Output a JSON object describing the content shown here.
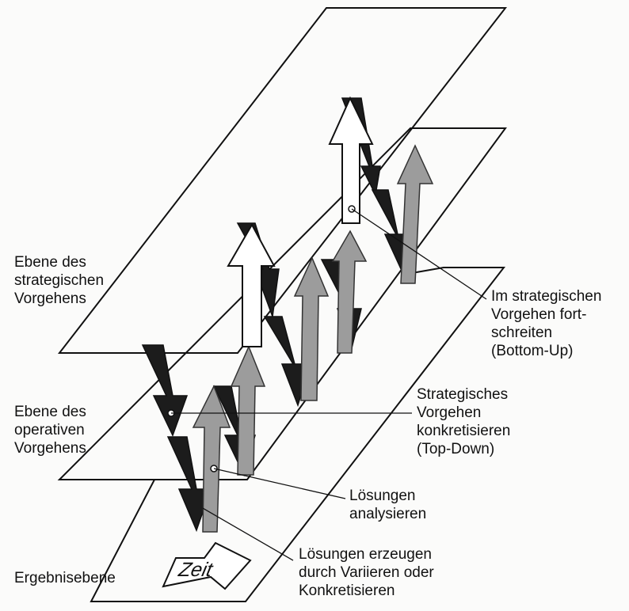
{
  "labels": {
    "plane_strategic": "Ebene des\nstrategischen\nVorgehens",
    "plane_operative": "Ebene des\noperativen\nVorgehens",
    "plane_result": "Ergebnisebene",
    "annotation_bottom_up": "Im strategischen\nVorgehen fort-\nschreiten\n(Bottom-Up)",
    "annotation_top_down": "Strategisches\nVorgehen\nkonkretisieren\n(Top-Down)",
    "annotation_analyse": "Lösungen\nanalysieren",
    "annotation_generate": "Lösungen erzeugen\ndurch Variieren oder\nKonkretisieren",
    "time_arrow": "Zeit"
  },
  "colors": {
    "down_arrow": "#1c1c1c",
    "up_arrow_light": "#9a9a9a",
    "up_arrow_white": "#ffffff",
    "outline": "#111111"
  },
  "arrow_groups": [
    {
      "kind": "down",
      "meaning": "concretize"
    },
    {
      "kind": "up",
      "meaning": "analyse"
    },
    {
      "kind": "up-white",
      "meaning": "bottom-up"
    }
  ]
}
